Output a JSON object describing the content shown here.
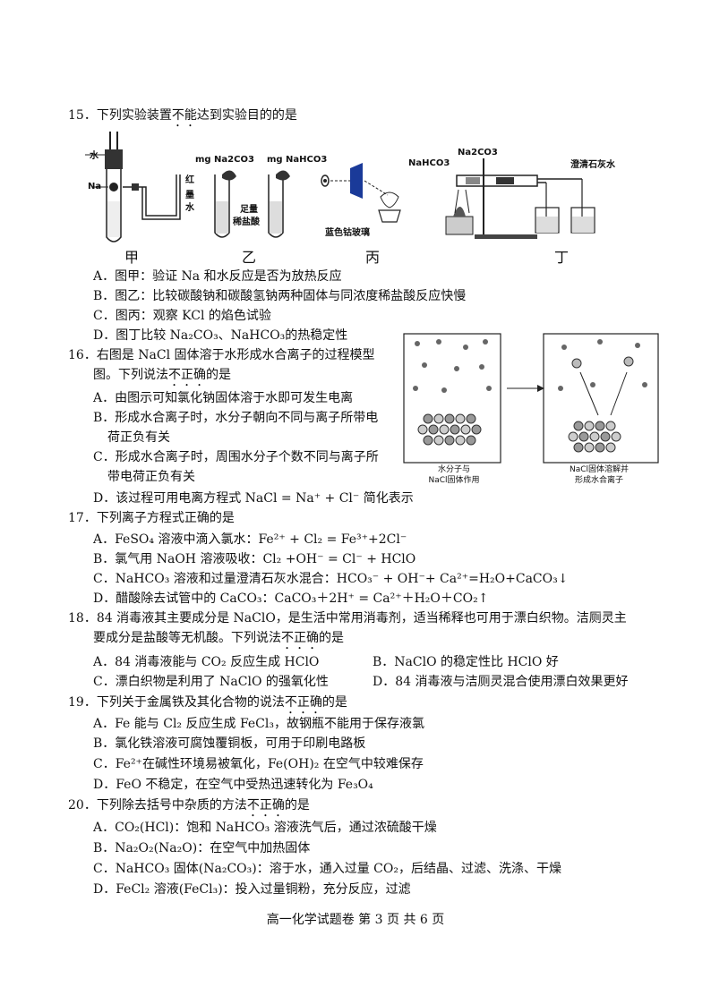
{
  "q15": {
    "num": "15．",
    "pre": "下列实验装置",
    "emph": "不能",
    "post": "达到实验目的的是",
    "fig": {
      "jia_water": "水",
      "jia_na": "Na",
      "jia_ink": [
        "红",
        "墨",
        "水"
      ],
      "yi_na2co3": "mg  Na2CO3",
      "yi_nahco3": "mg  NaHCO3",
      "yi_acid": [
        "足量",
        "稀盐酸"
      ],
      "bing_glass": "蓝色钴玻璃",
      "ding_nahco3": "NaHCO3",
      "ding_na2co3": "Na2CO3",
      "ding_lime": "澄清石灰水",
      "labels": [
        "甲",
        "乙",
        "丙",
        "丁"
      ]
    },
    "options": [
      "A．图甲：验证 Na 和水反应是否为放热反应",
      "B．图乙：比较碳酸钠和碳酸氢钠两种固体与同浓度稀盐酸反应快慢",
      "C．图丙：观察 KCl 的焰色试验",
      "D．图丁比较 Na₂CO₃、NaHCO₃的热稳定性"
    ]
  },
  "q16": {
    "line1": "16．右图是 NaCl 固体溶于水形成水合离子的过程模型",
    "line2_pre": "图。下列说法",
    "emph": "不正确",
    "line2_post": "的是",
    "options": [
      "A．由图示可知氯化钠固体溶于水即可发生电离",
      "B．形成水合离子时，水分子朝向不同与离子所带电",
      "荷正负有关",
      "C．形成水合离子时，周围水分子个数不同与离子所",
      "带电荷正负有关",
      "D．该过程可用电离方程式 NaCl = Na⁺ + Cl⁻ 简化表示"
    ],
    "caption_left": [
      "水分子与",
      "NaCl固体作用"
    ],
    "caption_right": [
      "NaCl固体溶解并",
      "形成水合离子"
    ]
  },
  "q17": {
    "num": "17．",
    "text": "下列离子方程式正确的是",
    "options": [
      "A．FeSO₄ 溶液中滴入氯水：Fe²⁺ + Cl₂ = Fe³⁺+2Cl⁻",
      "B．氯气用 NaOH 溶液吸收：Cl₂ +OH⁻ = Cl⁻ + HClO",
      "C．NaHCO₃ 溶液和过量澄清石灰水混合：HCO₃⁻ + OH⁻+ Ca²⁺=H₂O+CaCO₃↓",
      "D．醋酸除去试管中的 CaCO₃：CaCO₃＋2H⁺ = Ca²⁺＋H₂O＋CO₂↑"
    ]
  },
  "q18": {
    "line1": "18．84 消毒液其主要成分是 NaClO，是生活中常用消毒剂，适当稀释也可用于漂白织物。洁厕灵主",
    "line2_pre": "要成分是盐酸等无机酸。下列说法",
    "emph": "不正确",
    "line2_post": "的是",
    "options": [
      "A．84 消毒液能与 CO₂ 反应生成 HClO",
      "B．NaClO 的稳定性比 HClO 好",
      "C．漂白织物是利用了 NaClO 的强氧化性",
      "D．84 消毒液与洁厕灵混合使用漂白效果更好"
    ]
  },
  "q19": {
    "num": "19．",
    "pre": "下列关于金属铁及其化合物的说法",
    "emph": "不正确",
    "post": "的是",
    "options": [
      "A．Fe 能与 Cl₂ 反应生成 FeCl₃，故钢瓶不能用于保存液氯",
      "B．氯化铁溶液可腐蚀覆铜板，可用于印刷电路板",
      "C．Fe²⁺在碱性环境易被氧化，Fe(OH)₂ 在空气中较难保存",
      "D．FeO 不稳定，在空气中受热迅速转化为 Fe₃O₄"
    ]
  },
  "q20": {
    "num": "20．",
    "pre": "下列除去括号中杂质的方法",
    "emph": "不正确",
    "post": "的是",
    "options": [
      "A．CO₂(HCl)：饱和 NaHCO₃ 溶液洗气后，通过浓硫酸干燥",
      "B．Na₂O₂(Na₂O)：在空气中加热固体",
      "C．NaHCO₃ 固体(Na₂CO₃)：溶于水，通入过量 CO₂，后结晶、过滤、洗涤、干燥",
      "D．FeCl₂ 溶液(FeCl₃)：投入过量铜粉，充分反应，过滤"
    ]
  },
  "footer": "高一化学试题卷   第 3 页  共 6 页"
}
